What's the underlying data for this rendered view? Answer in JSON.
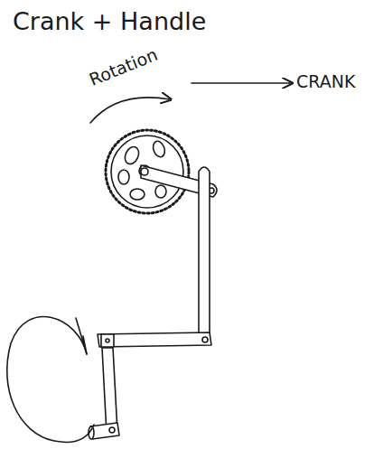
{
  "diagram": {
    "title": "Crank + Handle",
    "labels": [
      "Rotation",
      "CRANK"
    ]
  }
}
